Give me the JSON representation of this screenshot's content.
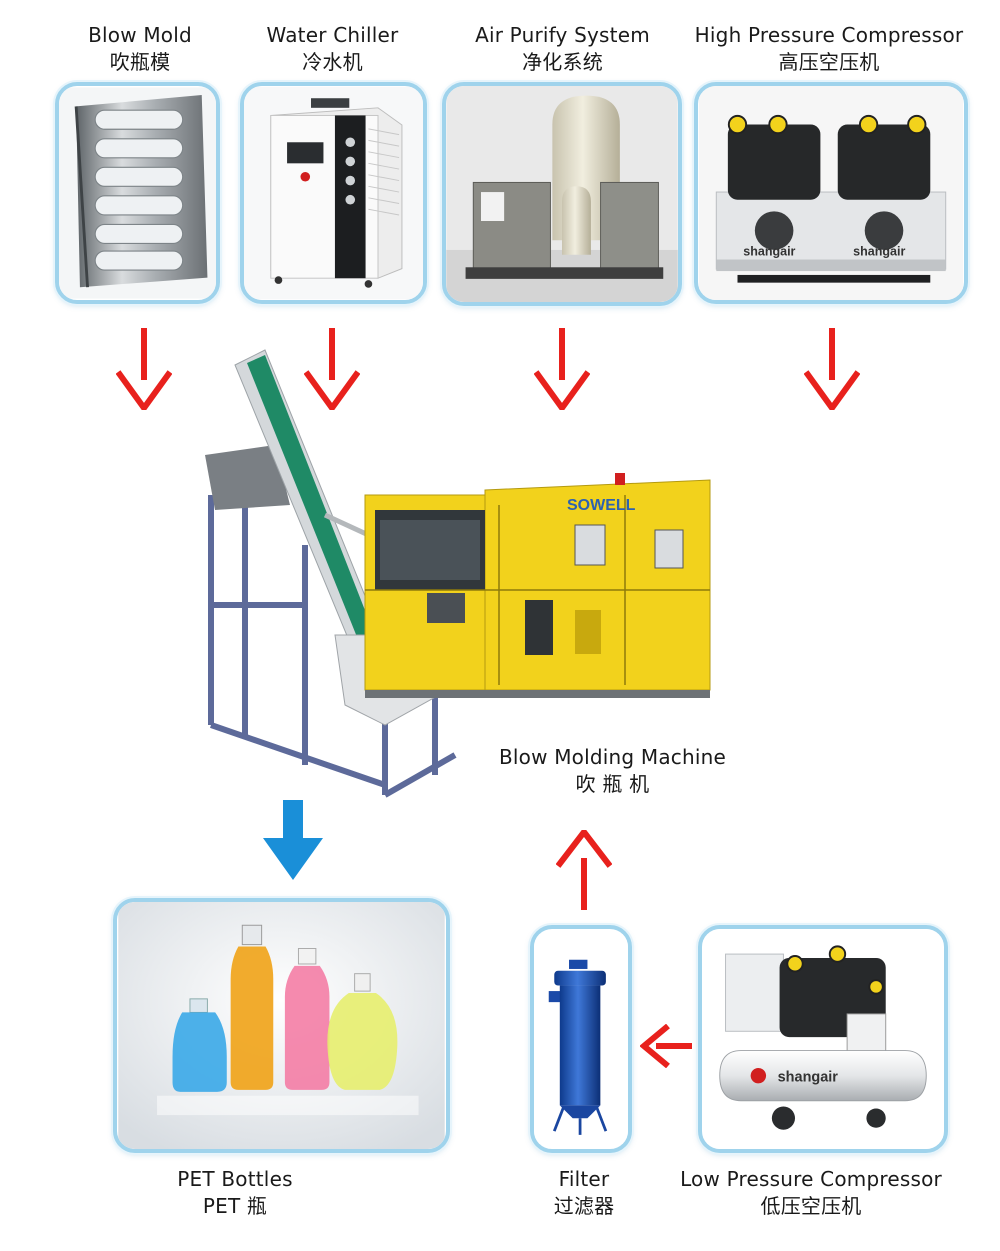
{
  "equipment": {
    "blow_mold": {
      "en": "Blow Mold",
      "zh": "吹瓶模"
    },
    "water_chiller": {
      "en": "Water Chiller",
      "zh": "冷水机"
    },
    "air_purify": {
      "en": "Air Purify System",
      "zh": "净化系统"
    },
    "hp_compressor": {
      "en": "High Pressure Compressor",
      "zh": "高压空压机"
    },
    "machine": {
      "en": "Blow Molding Machine",
      "zh": "吹 瓶 机"
    },
    "pet_bottles": {
      "en": "PET Bottles",
      "zh": "PET 瓶"
    },
    "filter": {
      "en": "Filter",
      "zh": "过滤器"
    },
    "lp_compressor": {
      "en": "Low Pressure Compressor",
      "zh": "低压空压机"
    }
  },
  "brand_text": {
    "machine_logo": "SOWELL",
    "compressor_brand": "shangair"
  },
  "colors": {
    "card_border": "#9fd3ec",
    "arrow_red": "#e8211d",
    "arrow_blue": "#1a8fd8",
    "machine_yellow": "#f2d21c"
  }
}
